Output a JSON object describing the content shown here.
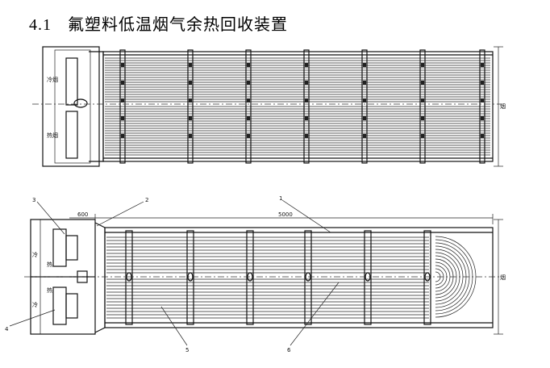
{
  "title": {
    "number": "4.1",
    "text": "氟塑料低温烟气余热回收装置"
  },
  "top_view": {
    "side_labels": [
      "冷烟",
      "热烟"
    ],
    "right_label": "烟"
  },
  "bottom_view": {
    "callouts": [
      "3",
      "2",
      "1",
      "4",
      "5",
      "6"
    ],
    "side_labels": [
      "冷",
      "热",
      "热",
      "冷"
    ],
    "dim_left": "600",
    "dim_top": "5000",
    "right_label": "烟"
  },
  "colors": {
    "line": "#111111",
    "background": "#ffffff"
  }
}
